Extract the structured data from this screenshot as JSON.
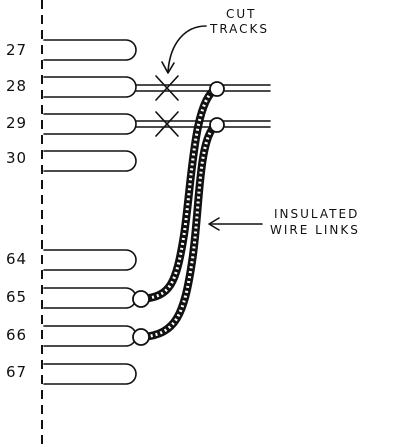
{
  "diagram": {
    "pin_labels": [
      "27",
      "28",
      "29",
      "30",
      "64",
      "65",
      "66",
      "67"
    ],
    "annotations": {
      "cut_tracks": [
        "CUT",
        "TRACKS"
      ],
      "insulated_wire_links": [
        "INSULATED",
        "WIRE LINKS"
      ]
    },
    "ink_color": "#111111"
  }
}
